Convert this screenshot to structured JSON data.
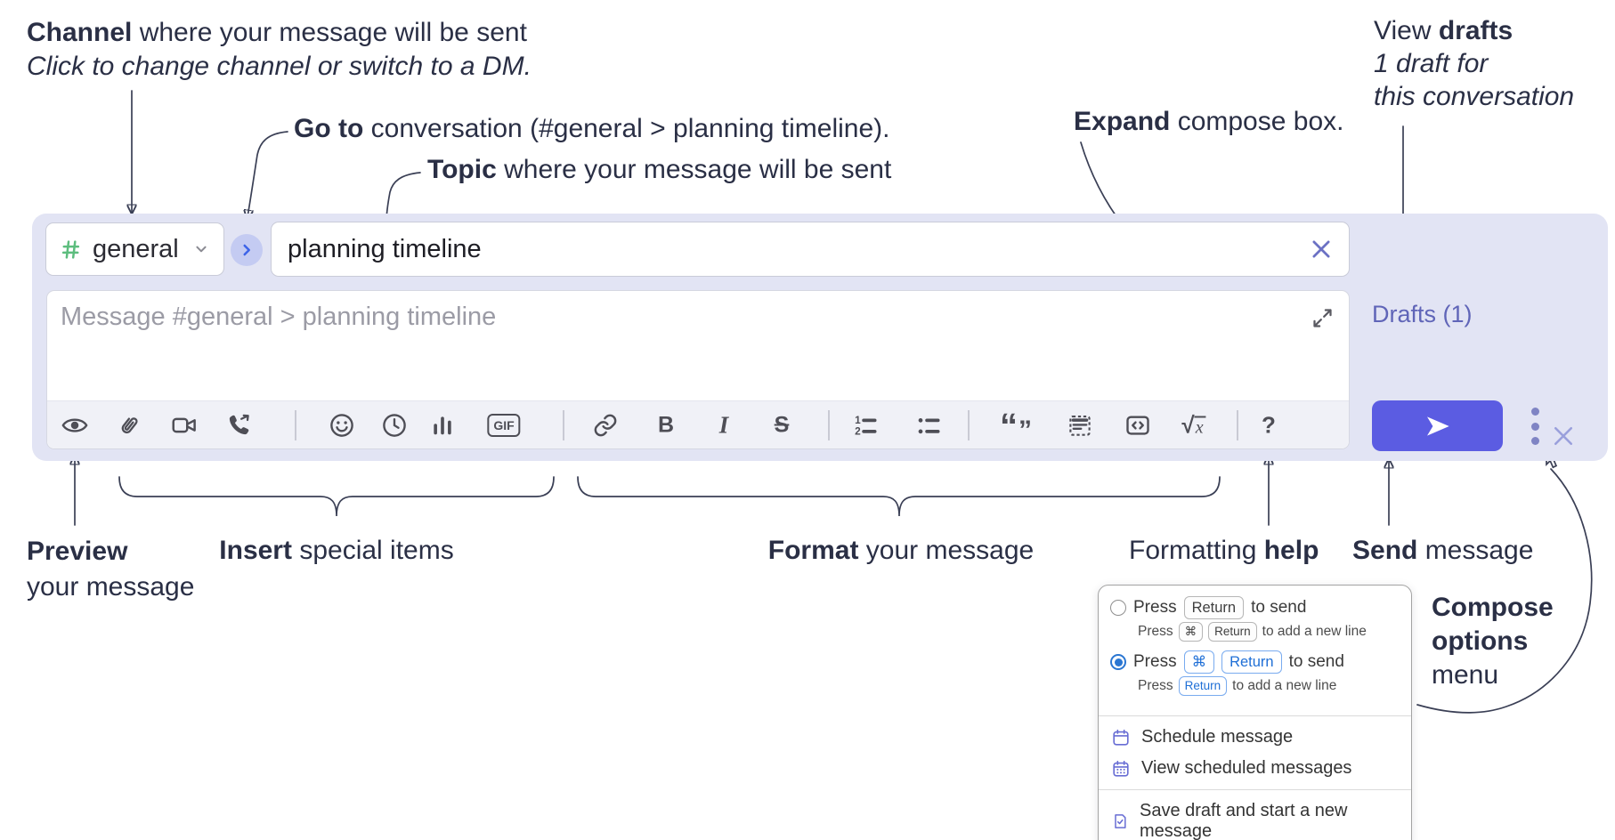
{
  "annotations": {
    "channel_note": {
      "bold": "Channel",
      "rest": " where your message will be sent",
      "line2": "Click to change channel or switch to a DM."
    },
    "goto_note": {
      "bold": "Go to",
      "rest": " conversation (#general > planning timeline)."
    },
    "topic_note": {
      "bold": "Topic",
      "rest": " where your message will be sent"
    },
    "expand_note": {
      "bold": "Expand",
      "rest": " compose box."
    },
    "drafts_note": {
      "pre": "View ",
      "bold": "drafts",
      "line2": "1 draft for",
      "line3": "this conversation"
    },
    "preview_note": {
      "bold": "Preview",
      "line2": "your message"
    },
    "insert_note": {
      "bold": "Insert",
      "rest": " special items"
    },
    "format_note": {
      "bold": "Format",
      "rest": " your message"
    },
    "help_note": {
      "pre": "Formatting ",
      "bold": "help"
    },
    "send_note": {
      "bold": "Send",
      "rest": " message"
    },
    "options_note": {
      "bold1": "Compose",
      "bold2": "options",
      "line3": "menu"
    }
  },
  "compose": {
    "channel_name": "general",
    "topic_value": "planning timeline",
    "message_placeholder": "Message #general > planning timeline",
    "drafts_label": "Drafts (1)",
    "toolbar": {
      "bold": "B",
      "italic": "I",
      "strike": "S",
      "gif": "GIF",
      "help": "?",
      "ol1": "1",
      "ol2": "2",
      "sqrt": "√",
      "x": "x",
      "quote_open": "“",
      "quote_close": "”"
    }
  },
  "popup": {
    "option1": {
      "press": "Press",
      "kbd": "Return",
      "after": "to send",
      "sub_press": "Press",
      "sub_kbd1": "⌘",
      "sub_kbd2": "Return",
      "sub_after": "to add a new line"
    },
    "option2": {
      "press": "Press",
      "kbd1": "⌘",
      "kbd2": "Return",
      "after": "to send",
      "sub_press": "Press",
      "sub_kbd": "Return",
      "sub_after": "to add a new line"
    },
    "items": [
      {
        "label": "Schedule message"
      },
      {
        "label": "View scheduled messages"
      },
      {
        "label": "Save draft and start a new message"
      }
    ]
  },
  "colors": {
    "compose_bg": "#e2e4f4",
    "send_accent": "#5b5ce2",
    "hash_green": "#5dbd7e",
    "drafts_link": "#6065b8",
    "kbd_blue": "#1f6fd6",
    "radio_blue": "#2a76d2",
    "menu_icon": "#686dd4",
    "annotation_ink": "#2a2f45"
  }
}
